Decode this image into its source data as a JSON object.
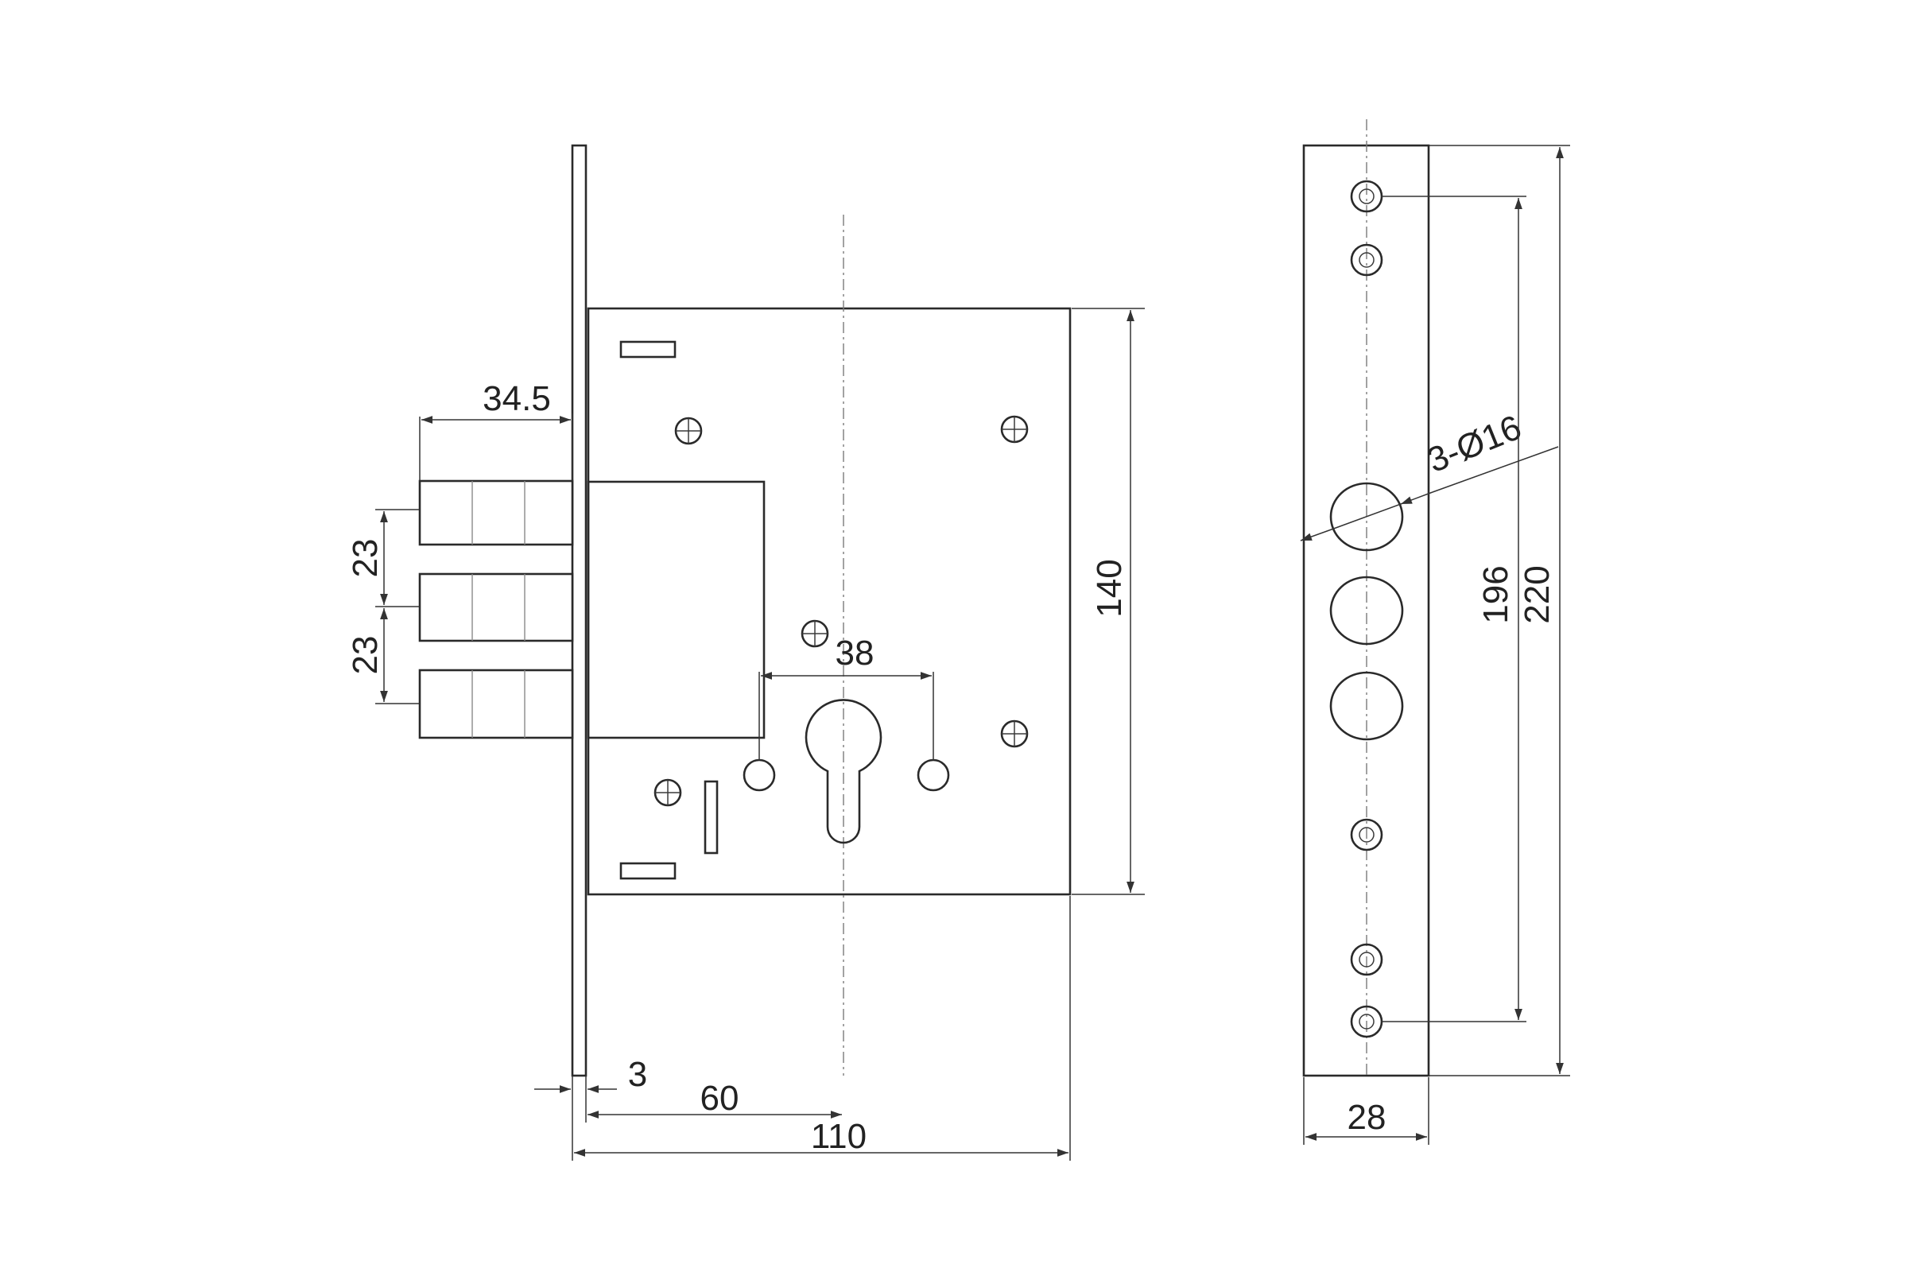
{
  "drawing": {
    "front_view": {
      "bolt_length": "34.5",
      "bolt_spacing_top": "23",
      "bolt_spacing_bottom": "23",
      "case_height": "140",
      "cylinder_hole_spacing": "38",
      "faceplate_thickness": "3",
      "backset": "60",
      "case_width": "110"
    },
    "side_view": {
      "bolt_holes": "3-Ø16",
      "screw_hole_spacing": "196",
      "faceplate_length": "220",
      "faceplate_width": "28"
    },
    "colors": {
      "line": "#2a2a2a",
      "background": "#ffffff"
    }
  }
}
